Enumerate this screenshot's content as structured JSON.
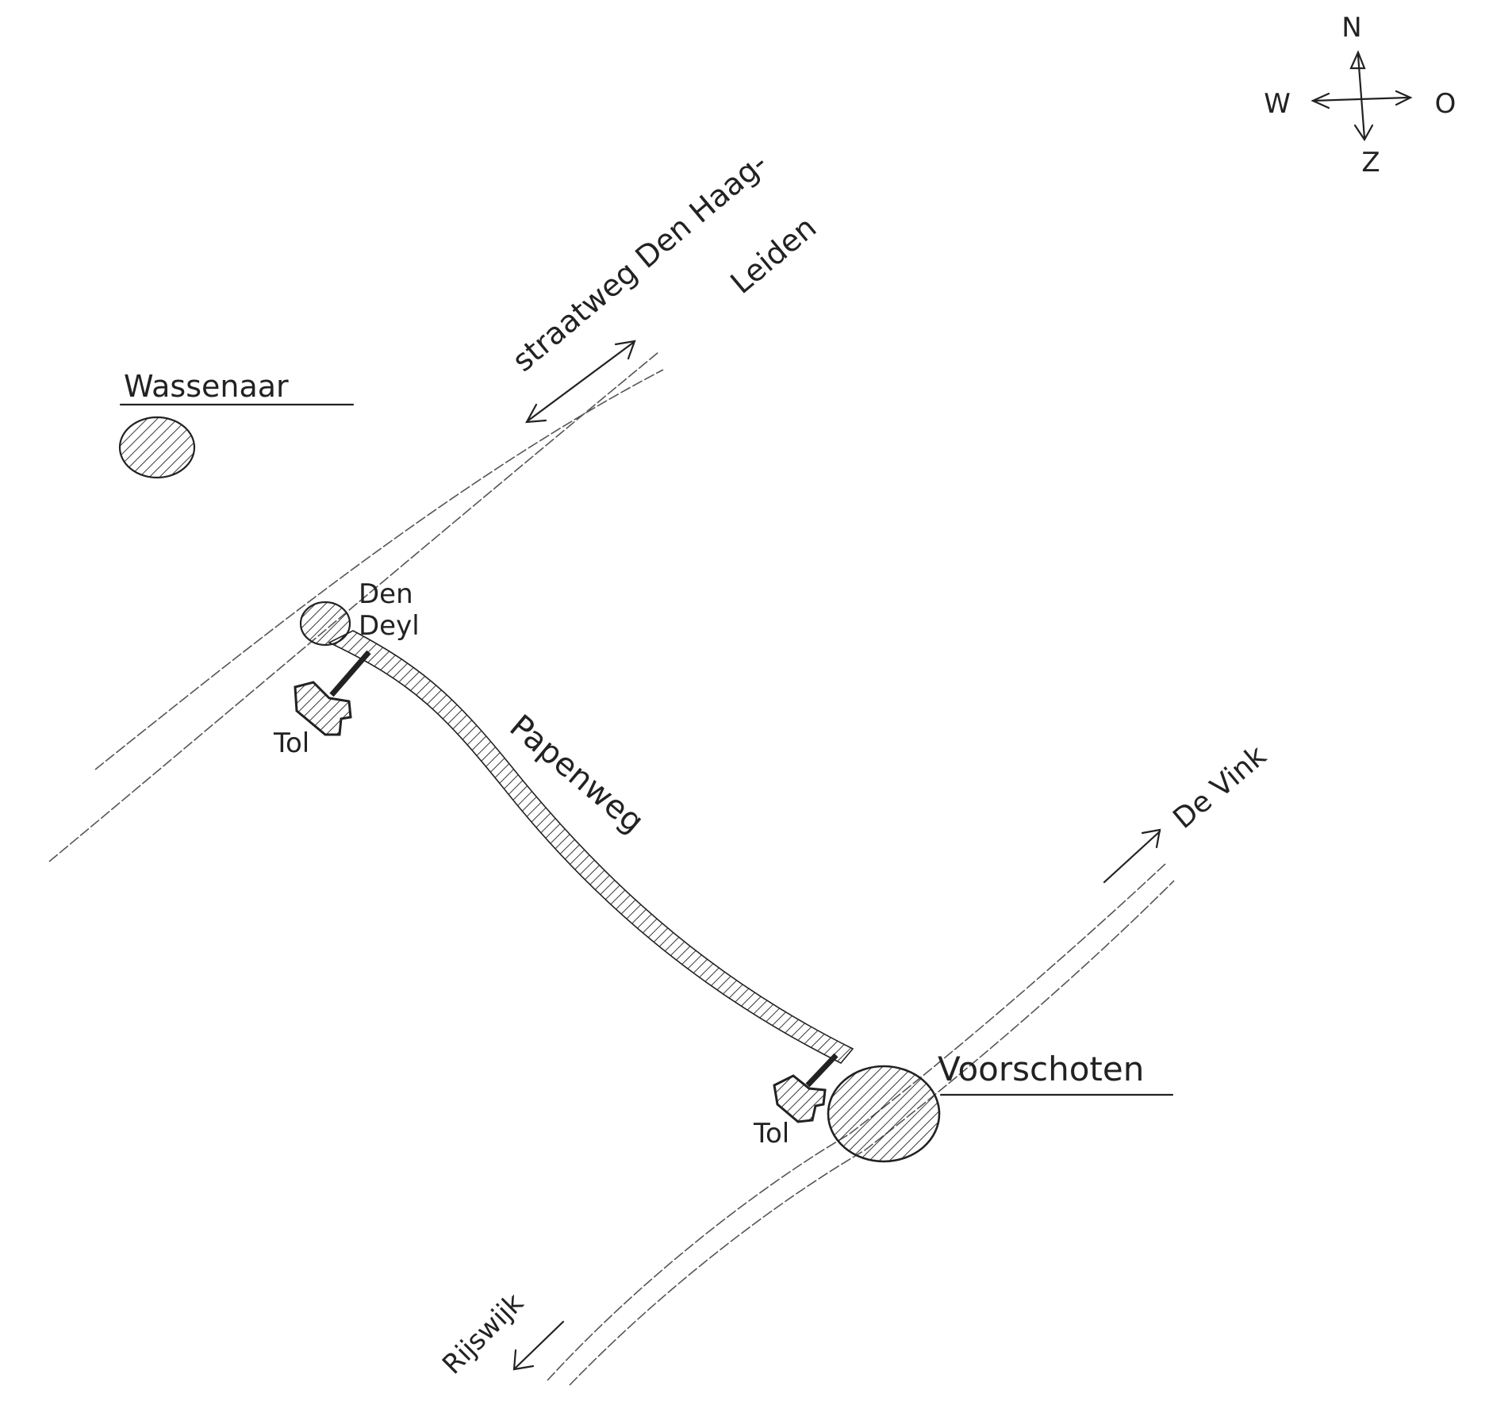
{
  "compass": {
    "north": "N",
    "west": "W",
    "east": "O",
    "south": "Z"
  },
  "places": {
    "wassenaar": "Wassenaar",
    "den_deyl_line1": "Den",
    "den_deyl_line2": "Deyl",
    "voorschoten": "Voorschoten"
  },
  "roads": {
    "straatweg_line1": "straatweg Den Haag-",
    "straatweg_line2": "Leiden",
    "papenweg": "Papenweg",
    "de_vink": "De Vink",
    "rijswijk": "Rijswijk"
  },
  "tolls": [
    "Tol",
    "Tol"
  ],
  "colors": {
    "ink": "#222222",
    "paper": "#ffffff"
  }
}
